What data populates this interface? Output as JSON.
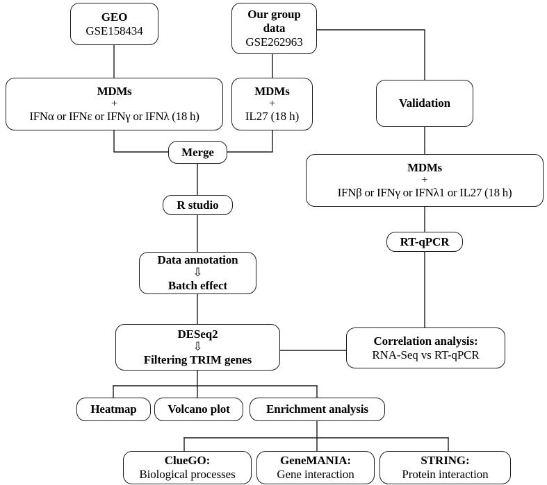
{
  "diagram": {
    "title": "TRIM gene transcriptomic analysis workflow",
    "line_color": "#1b1b1b",
    "background": "#ffffff",
    "arrow_glyph": "⇩"
  },
  "nodes": {
    "geo": {
      "bold": "GEO",
      "sub": "GSE158434"
    },
    "our_group": {
      "bold": "Our group",
      "bold2": "data",
      "sub": "GSE262963"
    },
    "mdm_left": {
      "bold": "MDMs",
      "plus": "+",
      "sub": "IFNα or IFNε or IFNγ or IFNλ (18 h)"
    },
    "mdm_right": {
      "bold": "MDMs",
      "plus": "+",
      "sub": "IL27 (18 h)"
    },
    "validation": {
      "bold": "Validation"
    },
    "mdm_validation": {
      "bold": "MDMs",
      "plus": "+",
      "sub": "IFNβ or IFNγ or IFNλ1 or IL27 (18 h)"
    },
    "merge": {
      "bold": "Merge"
    },
    "rstudio": {
      "bold": "R studio"
    },
    "rtqpcr": {
      "bold": "RT-qPCR"
    },
    "annotation": {
      "bold": "Data annotation",
      "bold2": "Batch effect"
    },
    "deseq": {
      "bold": "DESeq2",
      "bold2": "Filtering TRIM genes"
    },
    "correlation": {
      "bold": "Correlation analysis:",
      "sub": "RNA-Seq vs RT-qPCR"
    },
    "heatmap": {
      "bold": "Heatmap"
    },
    "volcano": {
      "bold": "Volcano plot"
    },
    "enrichment": {
      "bold": "Enrichment analysis"
    },
    "cluego": {
      "bold": "ClueGO:",
      "sub": "Biological processes"
    },
    "genemania": {
      "bold": "GeneMANIA:",
      "sub": "Gene interaction"
    },
    "string": {
      "bold": "STRING:",
      "sub": "Protein interaction"
    }
  }
}
